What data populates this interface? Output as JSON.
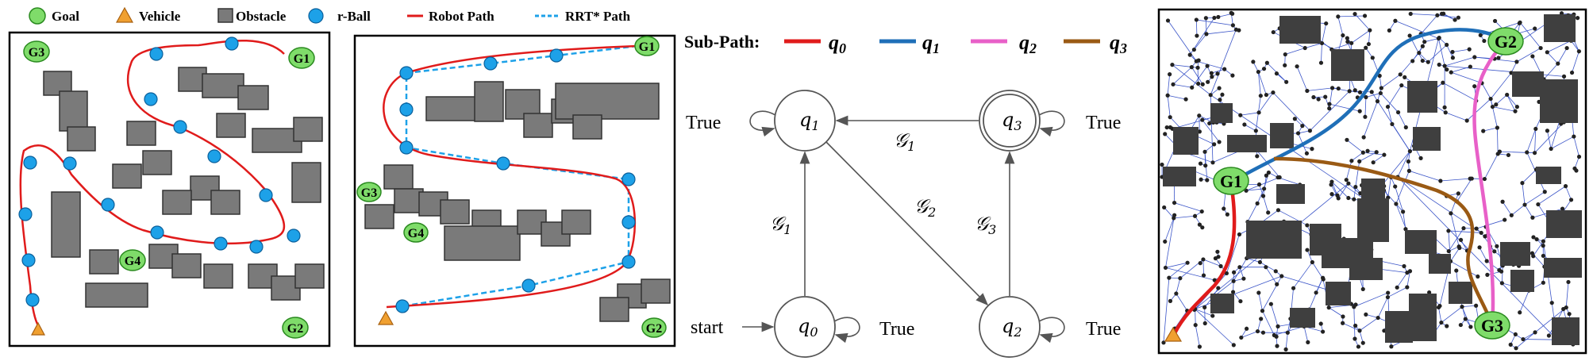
{
  "legend": {
    "goal": "Goal",
    "vehicle": "Vehicle",
    "obstacle": "Obstacle",
    "rball": "r-Ball",
    "robot_path": "Robot Path",
    "rrt_path": "RRT* Path"
  },
  "panel1": {
    "goals": [
      "G3",
      "G1",
      "G4",
      "G2"
    ]
  },
  "panel2": {
    "goals": [
      "G1",
      "G3",
      "G4",
      "G2"
    ]
  },
  "subpath": {
    "label": "Sub-Path:",
    "items": [
      {
        "q": "q",
        "sub": "0",
        "color": "#e01b1b"
      },
      {
        "q": "q",
        "sub": "1",
        "color": "#1f6fb8"
      },
      {
        "q": "q",
        "sub": "2",
        "color": "#e860c8"
      },
      {
        "q": "q",
        "sub": "3",
        "color": "#9a5a14"
      }
    ]
  },
  "automaton": {
    "q1": "q",
    "q1_sub": "1",
    "q3": "q",
    "q3_sub": "3",
    "q0": "q",
    "q0_sub": "0",
    "q2": "q",
    "q2_sub": "2",
    "true_label": "True",
    "start_label": "start",
    "g1_top": "𝒢",
    "g1_top_sub": "1",
    "g1_left": "𝒢",
    "g1_left_sub": "1",
    "g2": "𝒢",
    "g2_sub": "2",
    "g3": "𝒢",
    "g3_sub": "3"
  },
  "panel4": {
    "goals": [
      "G2",
      "G1",
      "G3"
    ]
  },
  "colors": {
    "q0": "#e01b1b",
    "q1": "#1f6fb8",
    "q2": "#e860c8",
    "q3": "#9a5a14",
    "rball": "#1da1e8",
    "goal": "#7fdc6a"
  }
}
